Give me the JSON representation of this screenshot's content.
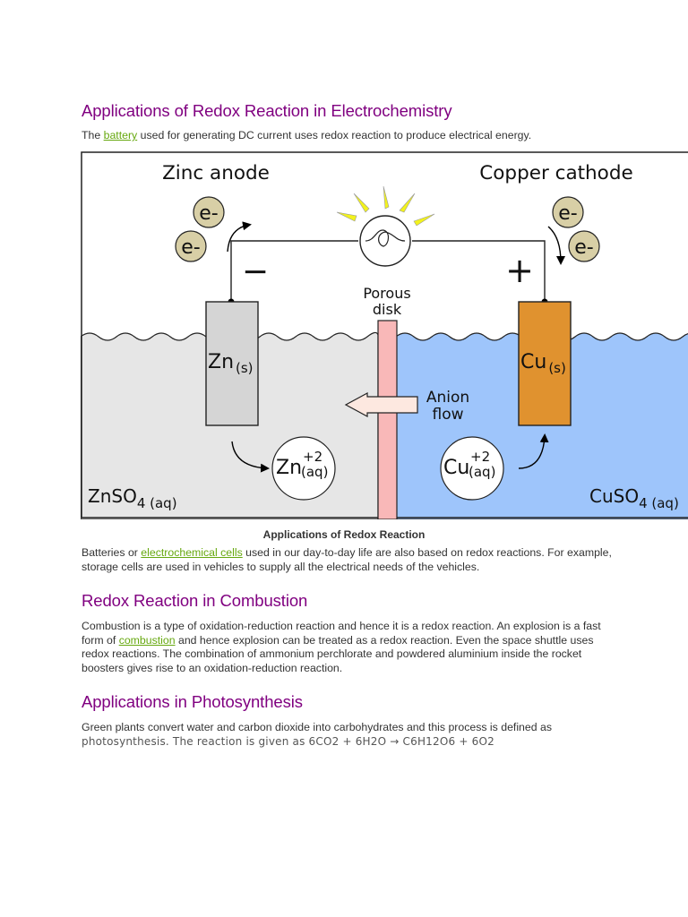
{
  "section1": {
    "heading": "Applications of Redox Reaction in Electrochemistry",
    "p1_before": "The ",
    "p1_link": "battery",
    "p1_after": " used for generating DC current uses redox reaction to produce electrical energy."
  },
  "figure": {
    "title_left": "Zinc anode",
    "title_right": "Copper cathode",
    "electron": "e-",
    "minus": "−",
    "plus": "+",
    "porous_line1": "Porous",
    "porous_line2": "disk",
    "zn_main": "Zn",
    "zn_sub": "(s)",
    "cu_main": "Cu",
    "cu_sub": "(s)",
    "anion_line1": "Anion",
    "anion_line2": "flow",
    "zn_ion_main": "Zn",
    "zn_ion_sup": "+2",
    "zn_ion_sub": "(aq)",
    "cu_ion_main": "Cu",
    "cu_ion_sup": "+2",
    "cu_ion_sub": "(aq)",
    "znso4_main": "ZnSO",
    "znso4_sub": "4 (aq)",
    "cuso4_main": "CuSO",
    "cuso4_sub": "4 (aq)",
    "caption": "Applications of Redox Reaction"
  },
  "section1b": {
    "p_before": "Batteries or ",
    "p_link": "electrochemical cells",
    "p_after": " used in our day-to-day life are also based on redox reactions. For example, storage cells are used in vehicles to supply all the electrical needs of the vehicles."
  },
  "section2": {
    "heading": "Redox Reaction in Combustion",
    "p_before": "Combustion is a type of oxidation-reduction reaction and hence it is a redox reaction. An explosion is a fast form of ",
    "p_link": "combustion",
    "p_after": " and hence explosion can be treated as a redox reaction. Even the space shuttle uses redox reactions. The combination of ammonium perchlorate and powdered aluminium inside the rocket boosters gives rise to an oxidation-reduction reaction."
  },
  "section3": {
    "heading": "Applications in Photosynthesis",
    "p_line1": "Green plants convert water and carbon dioxide into carbohydrates and this process is defined as",
    "p_line2": "photosynthesis. The reaction is given as 6CO2 + 6H2O → C6H12O6 + 6O2"
  },
  "colors": {
    "heading": "#800080",
    "link": "#66a80f",
    "left_solution": "#e6e6e6",
    "right_solution": "#9ec5fb",
    "porous_disk": "#f9b8b8",
    "copper": "#e0922f",
    "electron_fill": "#d8cfa6",
    "light_rays": "#f2f21d"
  }
}
